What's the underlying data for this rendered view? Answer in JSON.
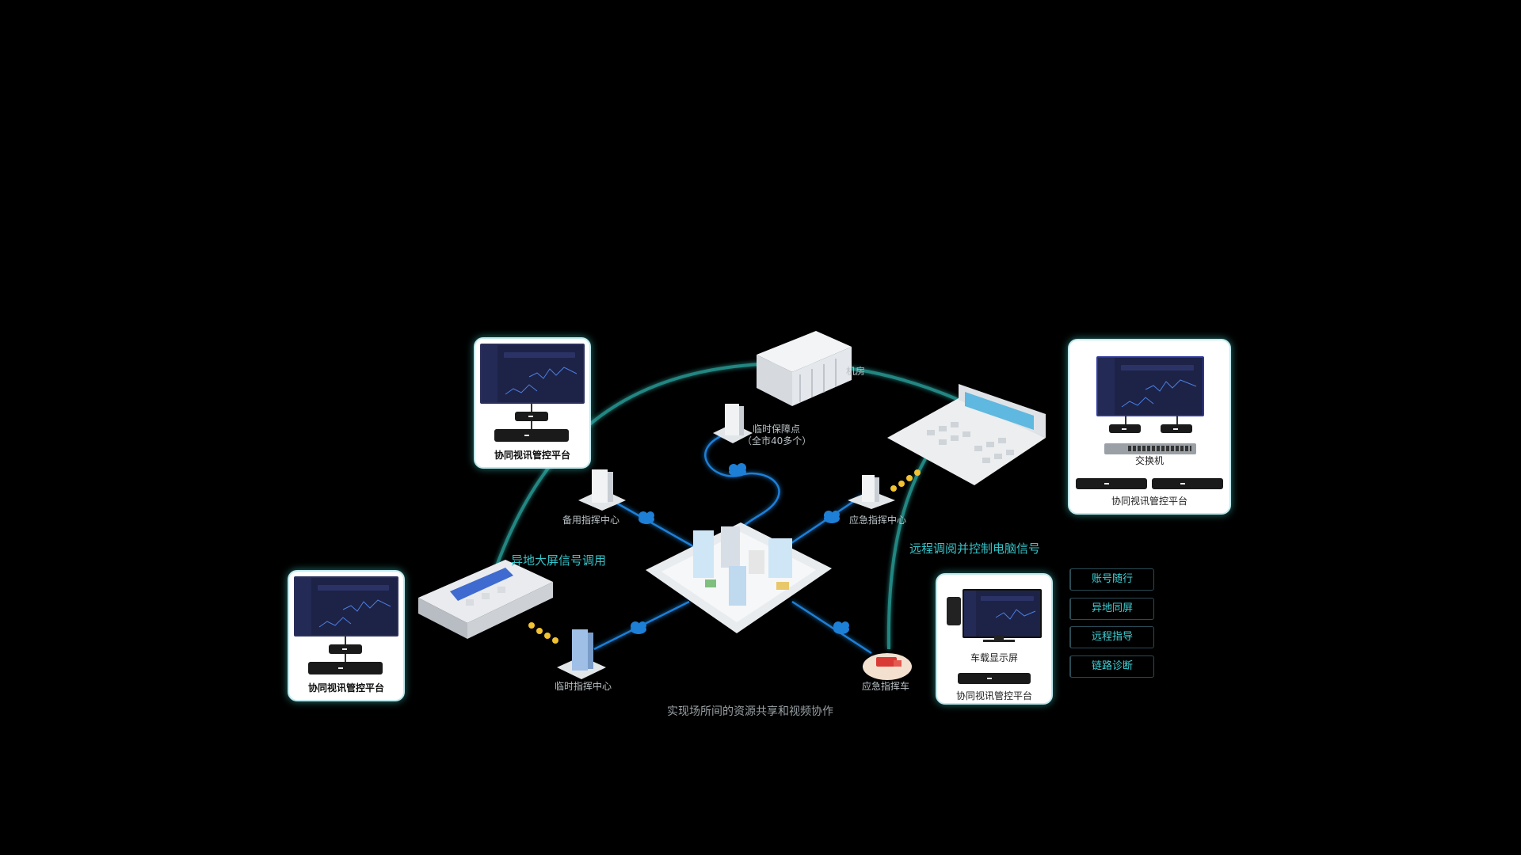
{
  "labels": {
    "machine_room": "机房",
    "temp_point": "临时保障点",
    "temp_point_sub": "（全市40多个）",
    "backup_center": "备用指挥中心",
    "emergency_center": "应急指挥中心",
    "temp_center": "临时指挥中心",
    "emergency_vehicle": "应急指挥车",
    "remote_signal": "异地大屏信号调用",
    "remote_pc_control": "远程调阅并控制电脑信号",
    "switch": "交换机",
    "vehicle_display": "车载显示屏",
    "platform": "协同视讯管控平台",
    "caption": "实现场所间的资源共享和视频协作"
  },
  "feature_tags": [
    "账号随行",
    "异地同屏",
    "远程指导",
    "链路诊断"
  ],
  "colors": {
    "background": "#000000",
    "teal_text": "#37c3c8",
    "blue_link": "#1e7fd6",
    "arc_glow": "#3cc8c0",
    "card_bg": "#ffffff",
    "dots": "#f2c230"
  }
}
